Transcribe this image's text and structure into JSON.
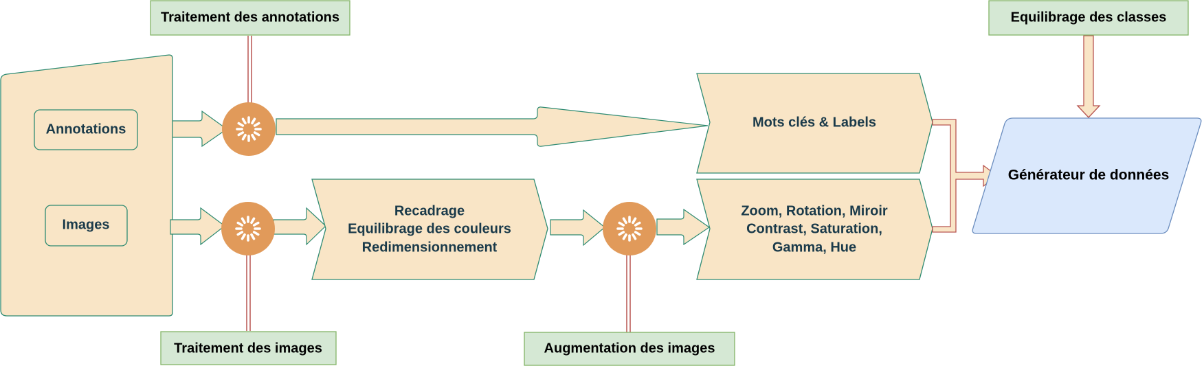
{
  "source_box": {
    "annotations_label": "Annotations",
    "images_label": "Images"
  },
  "labels": {
    "annotation_processing": "Traitement des annotations",
    "image_processing": "Traitement des images",
    "image_augmentation": "Augmentation des images",
    "class_balancing": "Equilibrage des classes"
  },
  "steps": {
    "keywords": {
      "line1": "Mots clés & Labels"
    },
    "processing": {
      "line1": "Recadrage",
      "line2": "Equilibrage des couleurs",
      "line3": "Redimensionnement"
    },
    "augmentation": {
      "line1": "Zoom, Rotation, Miroir",
      "line2": "Contrast, Saturation,",
      "line3": "Gamma, Hue"
    }
  },
  "output": {
    "label": "Générateur de données"
  },
  "colors": {
    "shape_fill": "#f9e5c6",
    "shape_stroke": "#2e8b72",
    "gear_fill": "#e19a5a",
    "label_fill": "#d5e8d4",
    "label_stroke": "#82b366",
    "output_fill": "#dae8fc",
    "output_stroke": "#6c8ebf",
    "connector_red": "#b85450",
    "text_dark": "#1a3a4a"
  }
}
